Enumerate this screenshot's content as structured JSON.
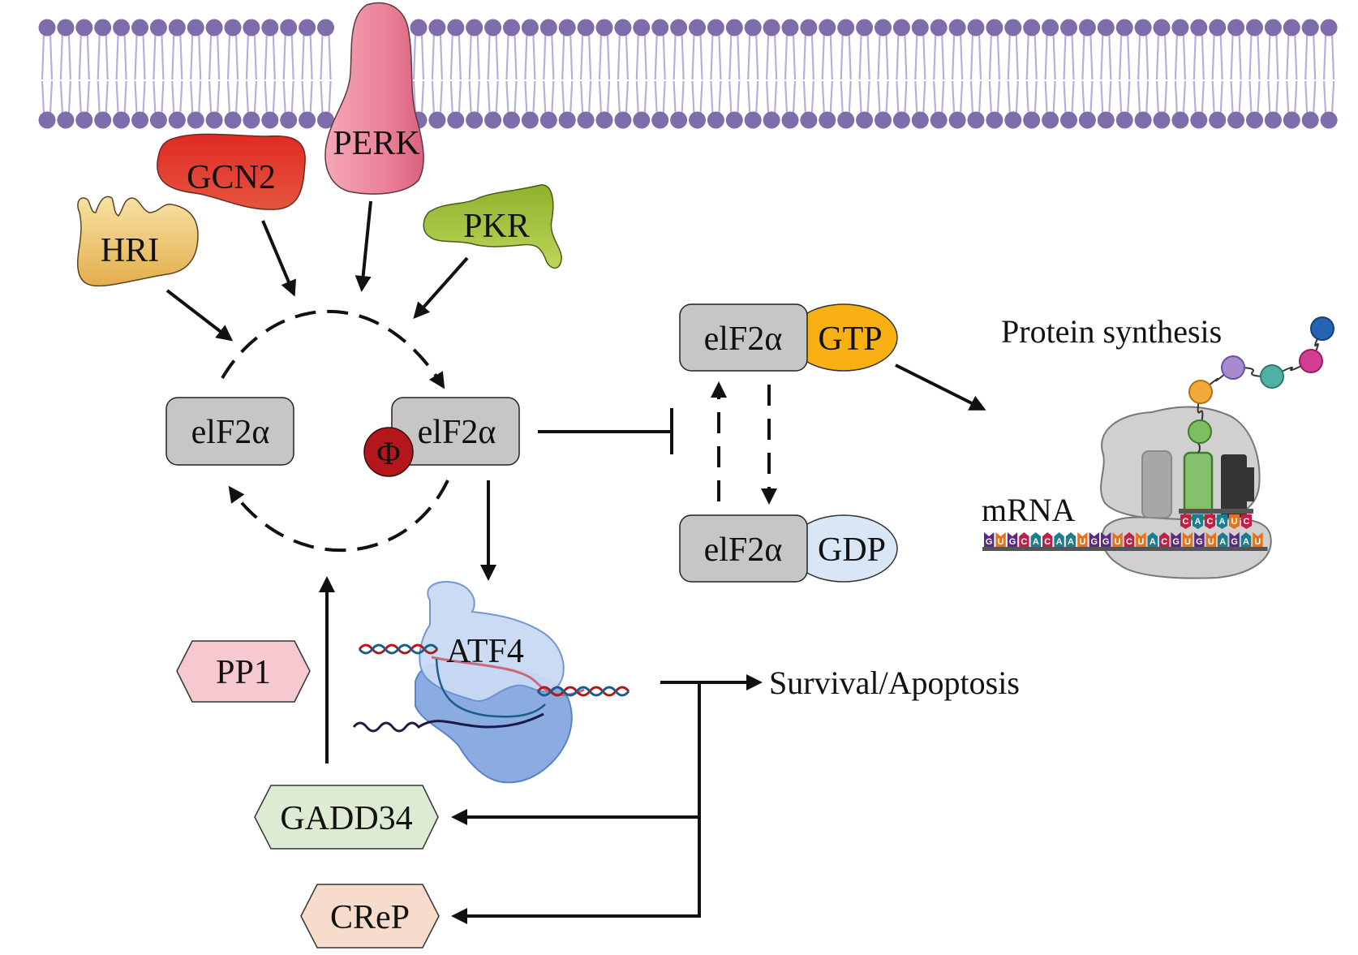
{
  "figure": {
    "title": "eIF2α phosphorylation pathway (integrated stress response)",
    "kinases": [
      {
        "label": "HRI",
        "color": "#EDC46A"
      },
      {
        "label": "GCN2",
        "color": "#E2473A"
      },
      {
        "label": "PERK",
        "color": "#EC8299"
      },
      {
        "label": "PKR",
        "color": "#A3C43B"
      }
    ],
    "eif2a_unphosphorylated": "elF2α",
    "eif2a_phosphorylated": "elF2α",
    "phospho_symbol": "Φ",
    "phospho_color": "#B3161C",
    "gtp_complex": {
      "protein": "elF2α",
      "nucleotide": "GTP",
      "color": "#F8B012"
    },
    "gdp_complex": {
      "protein": "elF2α",
      "nucleotide": "GDP",
      "color": "#D8E6F5"
    },
    "protein_synthesis_label": "Protein synthesis",
    "mrna_label": "mRNA",
    "mrna_sequence": [
      "G",
      "U",
      "G",
      "C",
      "A",
      "C",
      "A",
      "A",
      "U",
      "G",
      "G",
      "U",
      "C",
      "U",
      "A",
      "C",
      "G",
      "U",
      "G",
      "U",
      "A",
      "G",
      "A",
      "U"
    ],
    "trna_anticodons": [
      "C",
      "A",
      "C",
      "A",
      "U",
      "C"
    ],
    "base_colors": {
      "G": "#5B2A86",
      "U": "#E5731B",
      "C": "#C21F48",
      "A": "#1B7E8F"
    },
    "peptide_bead_colors": [
      "#7DBE62",
      "#F3A93A",
      "#A78BCF",
      "#4FB0A4",
      "#D23E93",
      "#2464B3"
    ],
    "atf4_label": "ATF4",
    "outcome_label": "Survival/Apoptosis",
    "phosphatases": [
      {
        "label": "PP1",
        "color": "#F6C9D1"
      },
      {
        "label": "GADD34",
        "color": "#DCEBD2"
      },
      {
        "label": "CReP",
        "color": "#F8DCCB"
      }
    ],
    "eif2a_box_color": "#C7C5C6",
    "membrane_color": "#7E6DAA",
    "membrane_tail_color": "#B8AEDC"
  }
}
